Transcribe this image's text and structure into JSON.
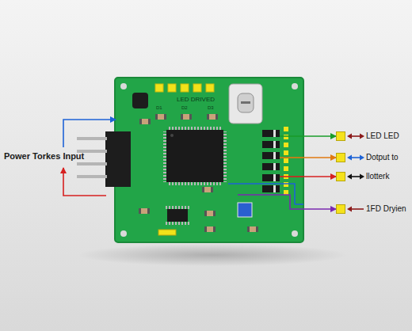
{
  "diagram": {
    "nodes": [
      {
        "text": [
          "LED DRIVED"
        ]
      },
      {
        "text": [
          "LED LED"
        ]
      },
      {
        "text": [
          "Dotput to"
        ]
      },
      {
        "text": [
          "llotterk"
        ]
      },
      {
        "text": [
          "1FD Dryien"
        ]
      }
    ],
    "edges": [
      {
        "from": 0,
        "to": 1,
        "arrow": "to"
      },
      {
        "from": 0,
        "to": 2,
        "arrow": "to"
      },
      {
        "from": 0,
        "to": 3,
        "arrow": "to"
      },
      {
        "from": 0,
        "to": 4,
        "arrow": "to"
      }
    ],
    "labels": [
      "Power Torkes Input",
      "D1",
      "D2",
      "D3"
    ]
  }
}
